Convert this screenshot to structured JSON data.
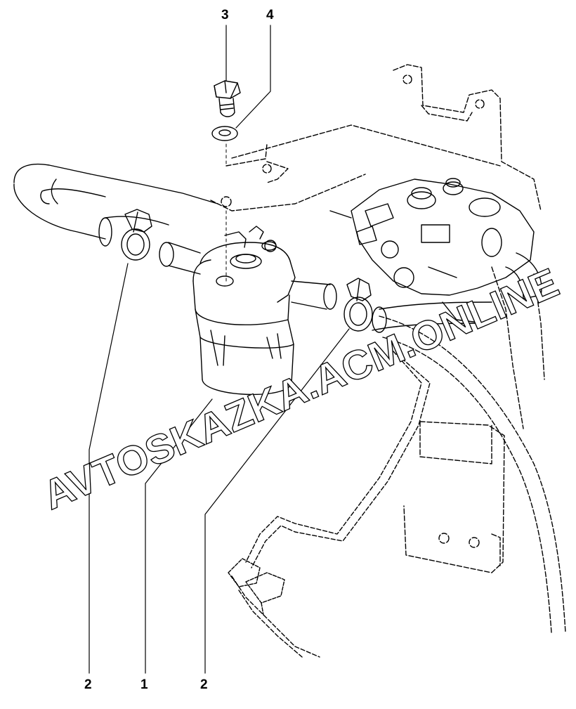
{
  "callouts": {
    "c3": "3",
    "c4": "4",
    "c2_left": "2",
    "c1": "1",
    "c2_right": "2"
  },
  "watermark": {
    "text": "AVTOSKAZKA.ACM.ONLINE",
    "color": "#ffffff"
  },
  "colors": {
    "line": "#000000",
    "background": "#ffffff"
  }
}
